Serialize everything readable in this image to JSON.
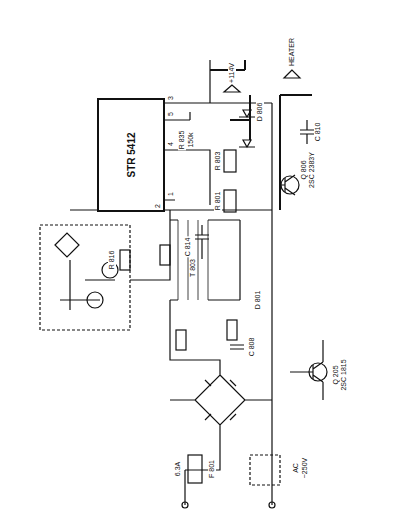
{
  "diagram": {
    "nodes": [
      {
        "text": [
          "STR 5412"
        ]
      }
    ],
    "labels": [
      "+114V",
      "HEATER",
      "R 835",
      "150k",
      "3",
      "5",
      "4",
      "1",
      "2",
      "D 806",
      "C 810",
      "Q 806",
      "2SC 2383Y",
      "R 803",
      "R 801",
      "C 814",
      "T 803",
      "R 816",
      "D 801",
      "C 808",
      "Q 205",
      "2SC 1815",
      "F 801",
      "6.3A",
      "AC",
      "~250V"
    ]
  }
}
